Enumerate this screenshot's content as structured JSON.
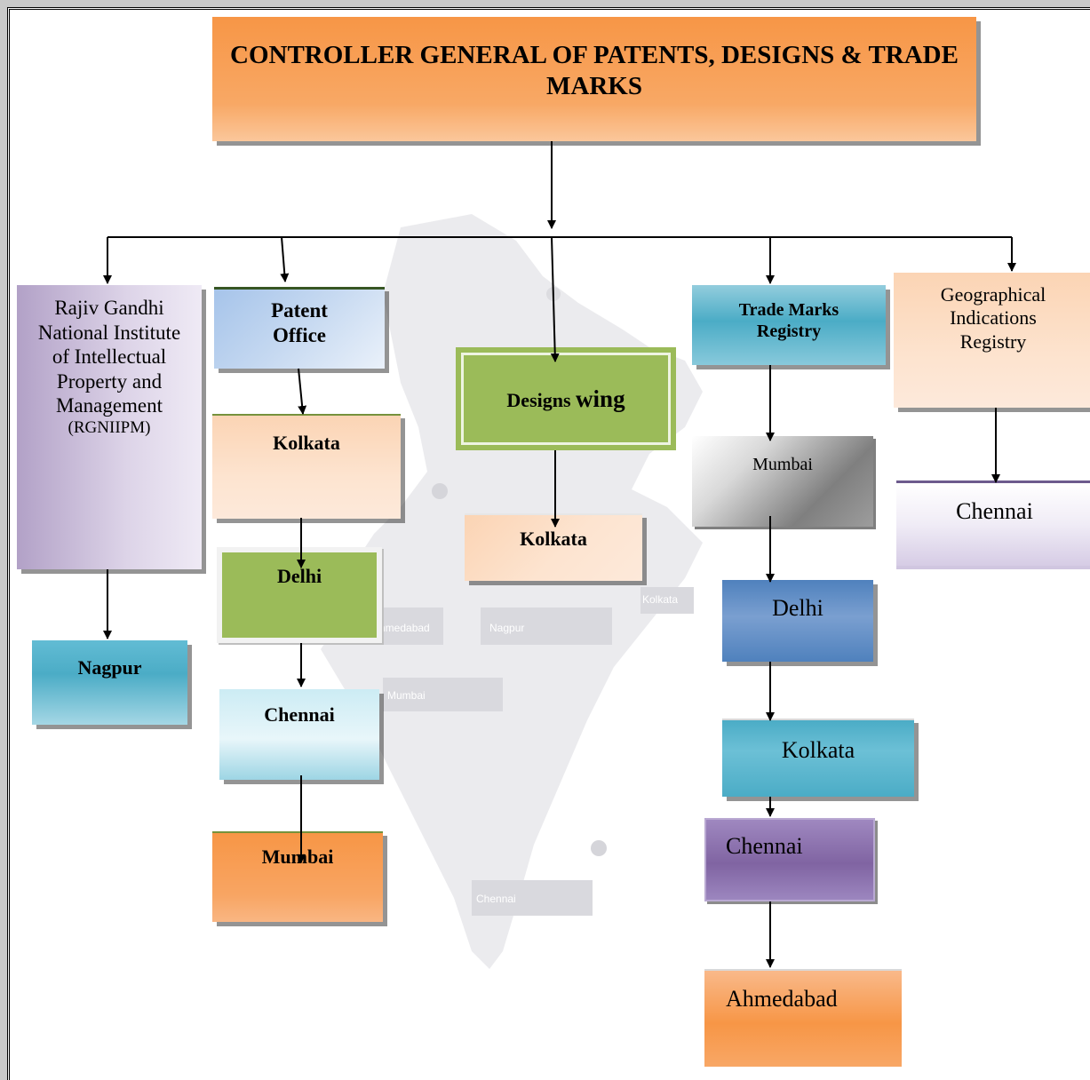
{
  "root": {
    "label": "CONTROLLER GENERAL OF PATENTS, DESIGNS & TRADE MARKS"
  },
  "rgniipm": {
    "label": "Rajiv Gandhi National Institute of Intellectual Property and Management",
    "abbr": "(RGNIIPM)",
    "child": "Nagpur"
  },
  "patent_office": {
    "label": "Patent Office",
    "branches": [
      "Kolkata",
      "Delhi",
      "Chennai",
      "Mumbai"
    ]
  },
  "designs_wing": {
    "label_part1": "Designs",
    "label_part2": "wing",
    "child": "Kolkata"
  },
  "trade_marks": {
    "label": "Trade Marks Registry",
    "branches": [
      "Mumbai",
      "Delhi",
      "Kolkata",
      "Chennai",
      "Ahmedabad"
    ]
  },
  "gi_registry": {
    "label": "Geographical Indications Registry",
    "child": "Chennai"
  },
  "map_labels": [
    "Ahmedabad",
    "Nagpur",
    "Kolkata",
    "Mumbai",
    "Chennai"
  ],
  "colors": {
    "orange": "#f79646",
    "peach": "#fbd4b4",
    "purple": "#b2a1c7",
    "blue_light": "#c6d9f1",
    "teal": "#4bacc6",
    "green": "#9bbb59",
    "dark_blue": "#4f81bd",
    "violet": "#8064a2",
    "grey": "#808080"
  }
}
